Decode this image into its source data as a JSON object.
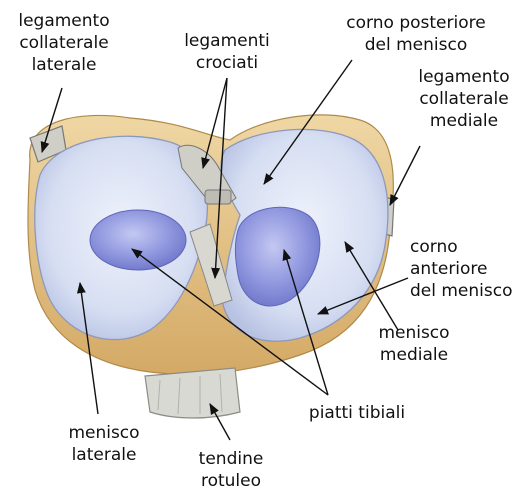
{
  "labels": {
    "lat_collateral": [
      "legamento",
      "collaterale",
      "laterale"
    ],
    "cruciate": [
      "legamenti",
      "crociati"
    ],
    "posterior_horn": [
      "corno posteriore",
      "del menisco"
    ],
    "med_collateral": [
      "legamento",
      "collaterale",
      "mediale"
    ],
    "anterior_horn": [
      "corno",
      "anteriore",
      "del menisco"
    ],
    "med_meniscus": [
      "menisco",
      "mediale"
    ],
    "tibial_plateaus": [
      "piatti tibiali"
    ],
    "lat_meniscus": [
      "menisco",
      "laterale"
    ],
    "patellar_tendon": [
      "tendine",
      "rotuleo"
    ]
  },
  "colors": {
    "meniscus": "#d6def2",
    "meniscus_edge": "#9aa6c8",
    "plateau": "#7f86d6",
    "plateau_light": "#a9b0ea",
    "bone": "#e8c98c",
    "bone_shadow": "#c9a15c",
    "ligament": "#c9c9c2",
    "arrow": "#111111"
  }
}
